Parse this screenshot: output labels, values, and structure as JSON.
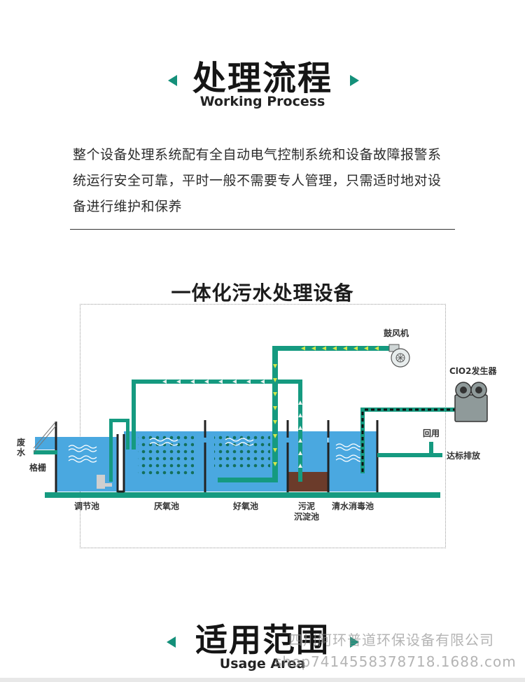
{
  "section1": {
    "title": "处理流程",
    "subtitle": "Working Process"
  },
  "intro": "整个设备处理系统配有全自动电气控制系统和设备故障报警系统运行安全可靠，平时一般不需要专人管理，只需适时地对设备进行维护和保养",
  "diagram": {
    "title": "一体化污水处理设备",
    "labels": {
      "wastewater_1": "废",
      "wastewater_2": "水",
      "grille": "格栅",
      "regulating_tank": "调节池",
      "anaerobic_tank": "厌氧池",
      "aerobic_tank": "好氧池",
      "sludge_1": "污泥",
      "sludge_2": "沉淀池",
      "disinfection_tank": "清水消毒池",
      "blower": "鼓风机",
      "clo2_generator": "ClO2发生器",
      "reuse": "回用",
      "discharge": "达标排放"
    },
    "colors": {
      "water": "#4aa8e0",
      "pipe": "#159a80",
      "wall": "#222222",
      "sludge": "#6b3b2a",
      "arrow": "#d6e84a"
    }
  },
  "section2": {
    "title": "适用范围",
    "subtitle": "Usage Area"
  },
  "watermark": {
    "line1": "四川阿环普道环保设备有限公司",
    "line2": "shop7414558378718.1688.com"
  }
}
